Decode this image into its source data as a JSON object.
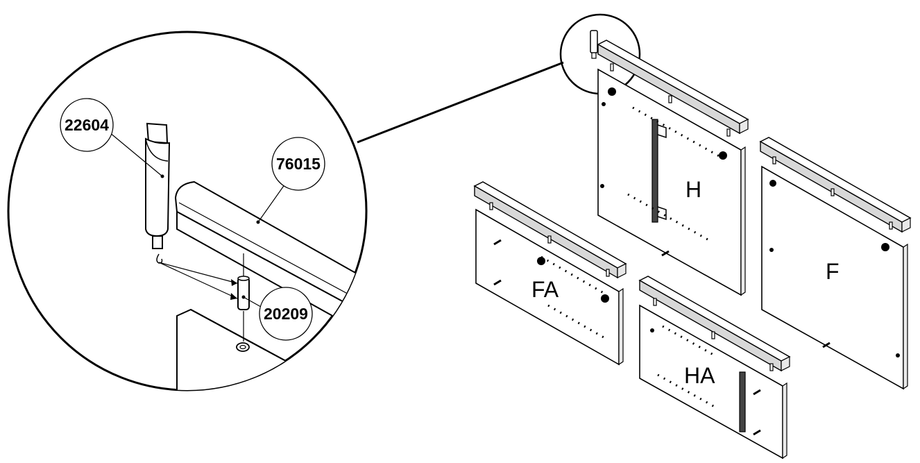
{
  "parts": {
    "dowel_tool": "22604",
    "rail": "76015",
    "cam_bolt": "20209"
  },
  "panels": {
    "h": "H",
    "f": "F",
    "fa": "FA",
    "ha": "HA"
  },
  "colors": {
    "line": "#000000",
    "background": "#ffffff",
    "rail_face": "#d8d8d8"
  }
}
